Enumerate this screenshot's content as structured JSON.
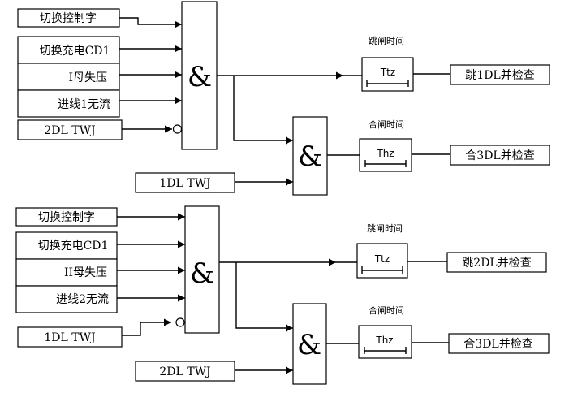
{
  "groups": [
    {
      "inputs": [
        "切换控制字",
        "切换充电CD1",
        "I母失压",
        "进线1无流",
        "2DL TWJ"
      ],
      "and_symbol": "&",
      "second_input": "1DL TWJ",
      "trip_timer_caption": "跳闸时间",
      "trip_timer_label": "Ttz",
      "trip_output": "跳1DL并检查",
      "close_timer_caption": "合闸时间",
      "close_timer_label": "Thz",
      "close_output": "合3DL并检查"
    },
    {
      "inputs": [
        "切换控制字",
        "切换充电CD1",
        "II母失压",
        "进线2无流",
        "1DL TWJ"
      ],
      "and_symbol": "&",
      "second_input": "2DL TWJ",
      "trip_timer_caption": "跳闸时间",
      "trip_timer_label": "Ttz",
      "trip_output": "跳2DL并检查",
      "close_timer_caption": "合闸时间",
      "close_timer_label": "Thz",
      "close_output": "合3DL并检查"
    }
  ]
}
